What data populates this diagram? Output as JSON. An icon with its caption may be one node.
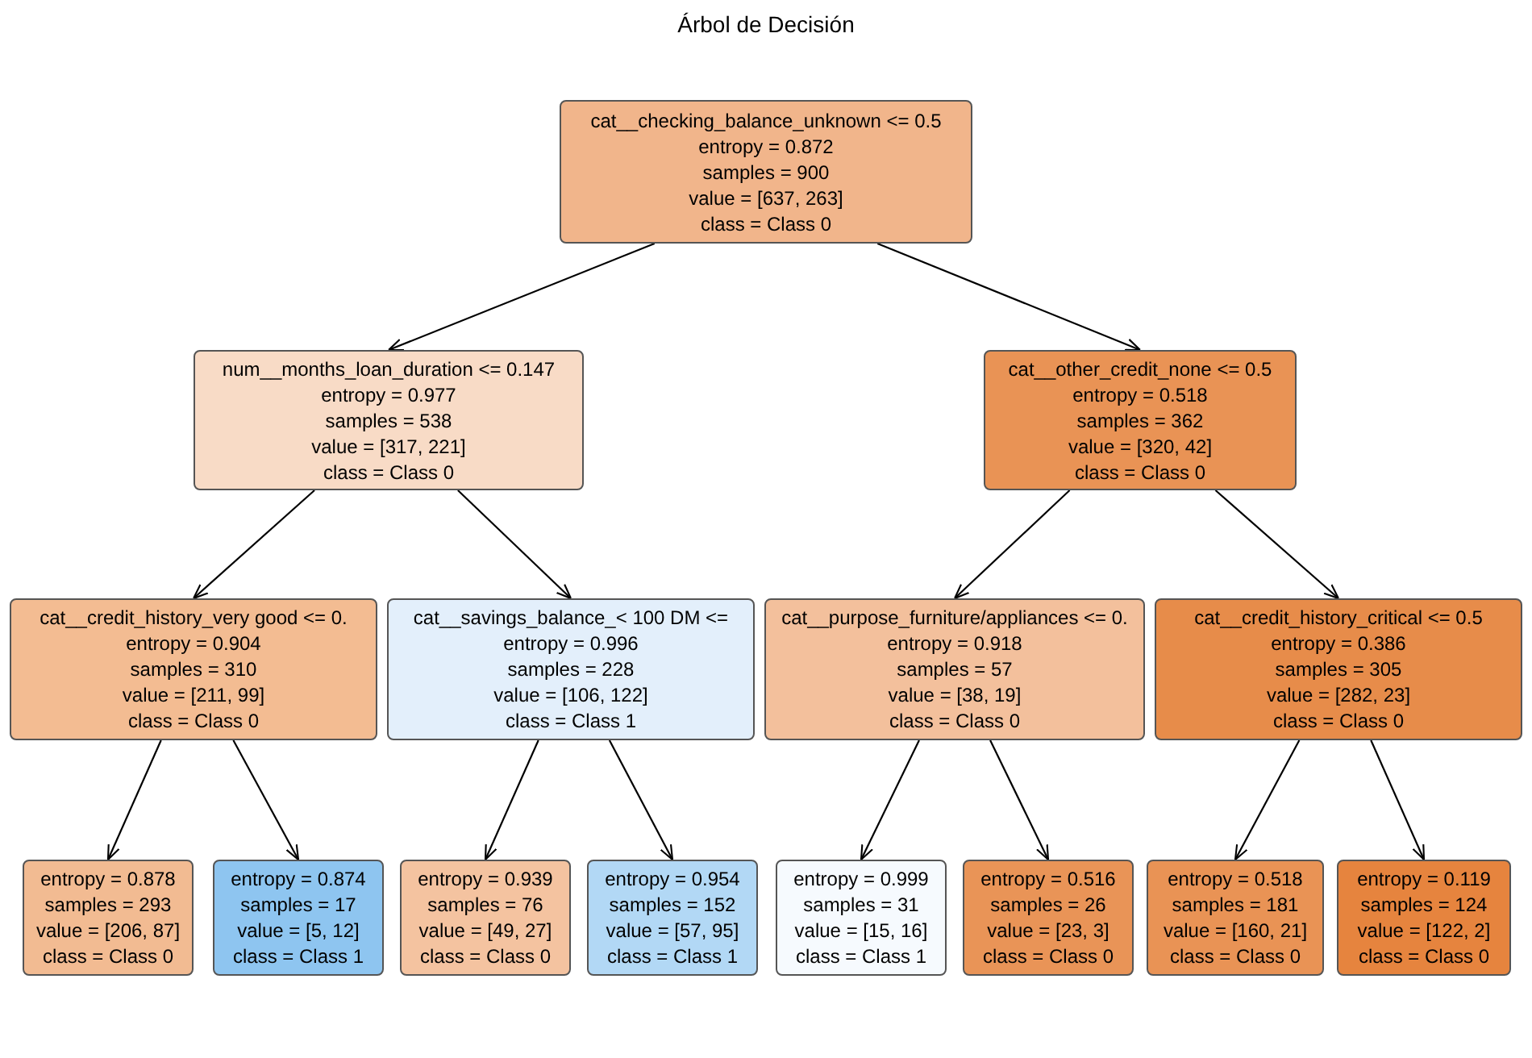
{
  "diagram": {
    "title": "Árbol de Decisión",
    "nodes": [
      {
        "text": [
          "cat__checking_balance_unknown <= 0.5",
          "entropy = 0.872",
          "samples = 900",
          "value = [637, 263]",
          "class = Class 0"
        ]
      },
      {
        "text": [
          "num__months_loan_duration <= 0.147",
          "entropy = 0.977",
          "samples = 538",
          "value = [317, 221]",
          "class = Class 0"
        ]
      },
      {
        "text": [
          "cat__other_credit_none <= 0.5",
          "entropy = 0.518",
          "samples = 362",
          "value = [320, 42]",
          "class = Class 0"
        ]
      },
      {
        "text": [
          "cat__credit_history_very good <= 0.",
          "entropy = 0.904",
          "samples = 310",
          "value = [211, 99]",
          "class = Class 0"
        ]
      },
      {
        "text": [
          "cat__savings_balance_< 100 DM <=",
          "entropy = 0.996",
          "samples = 228",
          "value = [106, 122]",
          "class = Class 1"
        ]
      },
      {
        "text": [
          "cat__purpose_furniture/appliances <= 0.",
          "entropy = 0.918",
          "samples = 57",
          "value = [38, 19]",
          "class = Class 0"
        ]
      },
      {
        "text": [
          "cat__credit_history_critical <= 0.5",
          "entropy = 0.386",
          "samples = 305",
          "value = [282, 23]",
          "class = Class 0"
        ]
      },
      {
        "text": [
          "entropy = 0.878",
          "samples = 293",
          "value = [206, 87]",
          "class = Class 0"
        ]
      },
      {
        "text": [
          "entropy = 0.874",
          "samples = 17",
          "value = [5, 12]",
          "class = Class 1"
        ]
      },
      {
        "text": [
          "entropy = 0.939",
          "samples = 76",
          "value = [49, 27]",
          "class = Class 0"
        ]
      },
      {
        "text": [
          "entropy = 0.954",
          "samples = 152",
          "value = [57, 95]",
          "class = Class 1"
        ]
      },
      {
        "text": [
          "entropy = 0.999",
          "samples = 31",
          "value = [15, 16]",
          "class = Class 1"
        ]
      },
      {
        "text": [
          "entropy = 0.516",
          "samples = 26",
          "value = [23, 3]",
          "class = Class 0"
        ]
      },
      {
        "text": [
          "entropy = 0.518",
          "samples = 181",
          "value = [160, 21]",
          "class = Class 0"
        ]
      },
      {
        "text": [
          "entropy = 0.119",
          "samples = 124",
          "value = [122, 2]",
          "class = Class 0"
        ]
      }
    ],
    "edges": [
      {
        "from": 0,
        "to": 1,
        "arrow": "to"
      },
      {
        "from": 0,
        "to": 2,
        "arrow": "to"
      },
      {
        "from": 1,
        "to": 3,
        "arrow": "to"
      },
      {
        "from": 1,
        "to": 4,
        "arrow": "to"
      },
      {
        "from": 2,
        "to": 5,
        "arrow": "to"
      },
      {
        "from": 2,
        "to": 6,
        "arrow": "to"
      },
      {
        "from": 3,
        "to": 7,
        "arrow": "to"
      },
      {
        "from": 3,
        "to": 8,
        "arrow": "to"
      },
      {
        "from": 4,
        "to": 9,
        "arrow": "to"
      },
      {
        "from": 4,
        "to": 10,
        "arrow": "to"
      },
      {
        "from": 5,
        "to": 11,
        "arrow": "to"
      },
      {
        "from": 5,
        "to": 12,
        "arrow": "to"
      },
      {
        "from": 6,
        "to": 13,
        "arrow": "to"
      },
      {
        "from": 6,
        "to": 14,
        "arrow": "to"
      }
    ]
  }
}
